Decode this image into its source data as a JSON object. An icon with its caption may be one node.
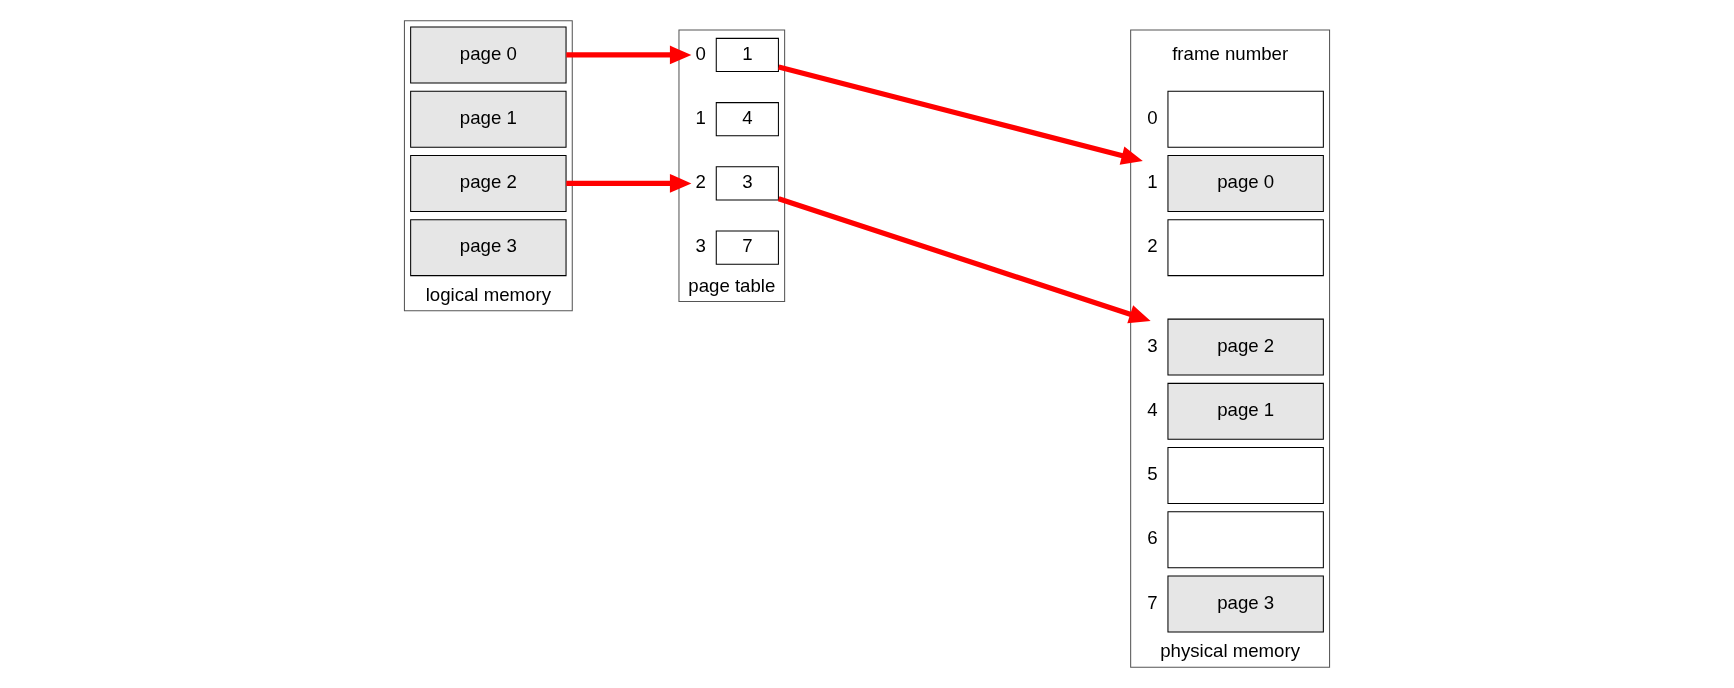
{
  "diagram": {
    "nodes": [
      {
        "text": [
          "logical memory"
        ]
      },
      {
        "text": [
          "page 0"
        ],
        "in": 0
      },
      {
        "text": [
          "page 1"
        ],
        "in": 0
      },
      {
        "text": [
          "page 2"
        ],
        "in": 0
      },
      {
        "text": [
          "page 3"
        ],
        "in": 0
      },
      {
        "text": [
          "page table"
        ]
      },
      {
        "text": [
          "1"
        ],
        "beside": [
          "0"
        ],
        "in": 5
      },
      {
        "text": [
          "4"
        ],
        "beside": [
          "1"
        ],
        "in": 5
      },
      {
        "text": [
          "3"
        ],
        "beside": [
          "2"
        ],
        "in": 5
      },
      {
        "text": [
          "7"
        ],
        "beside": [
          "3"
        ],
        "in": 5
      },
      {
        "text": [
          "physical memory"
        ]
      },
      {
        "text": [],
        "shape": "box",
        "beside": [
          "0"
        ],
        "in": 10
      },
      {
        "text": [
          "page 0"
        ],
        "beside": [
          "1"
        ],
        "in": 10
      },
      {
        "text": [],
        "shape": "box",
        "beside": [
          "2"
        ],
        "in": 10
      },
      {
        "text": [
          "page 2"
        ],
        "beside": [
          "3"
        ],
        "in": 10
      },
      {
        "text": [
          "page 1"
        ],
        "beside": [
          "4"
        ],
        "in": 10
      },
      {
        "text": [],
        "shape": "box",
        "beside": [
          "5"
        ],
        "in": 10
      },
      {
        "text": [],
        "shape": "box",
        "beside": [
          "6"
        ],
        "in": 10
      },
      {
        "text": [
          "page 3"
        ],
        "beside": [
          "7"
        ],
        "in": 10
      }
    ],
    "edges": [
      {
        "from": 1,
        "to": 6,
        "arrow": "to"
      },
      {
        "from": 3,
        "to": 8,
        "arrow": "to"
      },
      {
        "from": 6,
        "to": 12,
        "arrow": "to"
      },
      {
        "from": 8,
        "to": 14,
        "arrow": "to"
      }
    ],
    "labels": [
      "frame number"
    ]
  }
}
